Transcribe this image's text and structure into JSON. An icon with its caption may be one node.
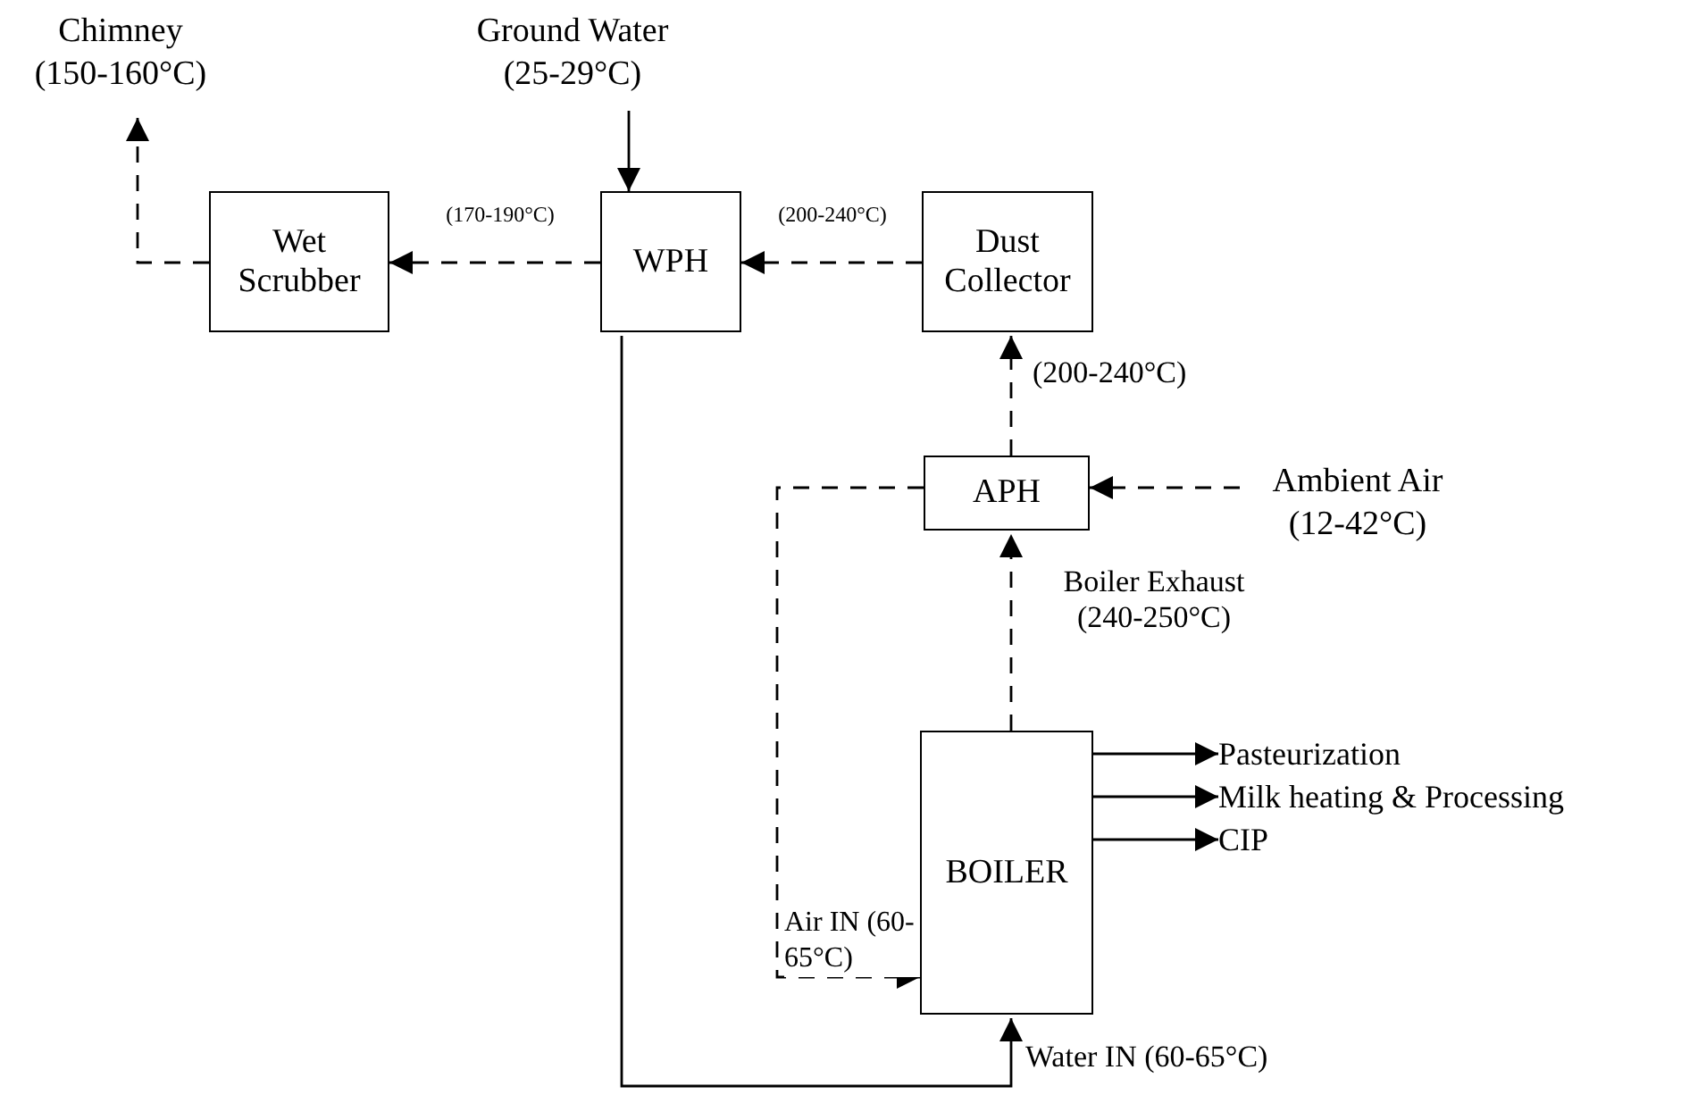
{
  "diagram": {
    "nodes": [
      {
        "text": [
          "Chimney",
          "(150-160°C)"
        ]
      },
      {
        "text": [
          "Ground Water",
          "(25-29°C)"
        ]
      },
      {
        "text": [
          "Wet Scrubber"
        ]
      },
      {
        "text": [
          "WPH"
        ]
      },
      {
        "text": [
          "Dust Collector"
        ]
      },
      {
        "text": [
          "APH"
        ]
      },
      {
        "text": [
          "Ambient Air",
          "(12-42°C)"
        ]
      },
      {
        "text": [
          "BOILER"
        ]
      },
      {
        "text": [
          "Pasteurization"
        ]
      },
      {
        "text": [
          "Milk heating & Processing"
        ]
      },
      {
        "text": [
          "CIP"
        ]
      }
    ],
    "edges": [
      {
        "from": 2,
        "to": 0,
        "arrow": "to",
        "style": "dashed"
      },
      {
        "from": 1,
        "to": 3,
        "arrow": "to"
      },
      {
        "from": 3,
        "to": 2,
        "arrow": "to",
        "style": "dashed",
        "label": "(170-190°C)"
      },
      {
        "from": 4,
        "to": 3,
        "arrow": "to",
        "style": "dashed",
        "label": "(200-240°C)"
      },
      {
        "from": 5,
        "to": 4,
        "arrow": "to",
        "style": "dashed",
        "label": "(200-240°C)"
      },
      {
        "from": 6,
        "to": 5,
        "arrow": "to",
        "style": "dashed"
      },
      {
        "from": 7,
        "to": 5,
        "arrow": "to",
        "style": "dashed",
        "label": "Boiler Exhaust (240-250°C)"
      },
      {
        "from": 5,
        "to": 7,
        "arrow": "to",
        "style": "dashed",
        "label": "Air IN (60-65°C)"
      },
      {
        "from": 3,
        "to": 7,
        "arrow": "to",
        "label": "Water IN (60-65°C)"
      },
      {
        "from": 7,
        "to": 8,
        "arrow": "to"
      },
      {
        "from": 7,
        "to": 9,
        "arrow": "to"
      },
      {
        "from": 7,
        "to": 10,
        "arrow": "to"
      }
    ]
  }
}
